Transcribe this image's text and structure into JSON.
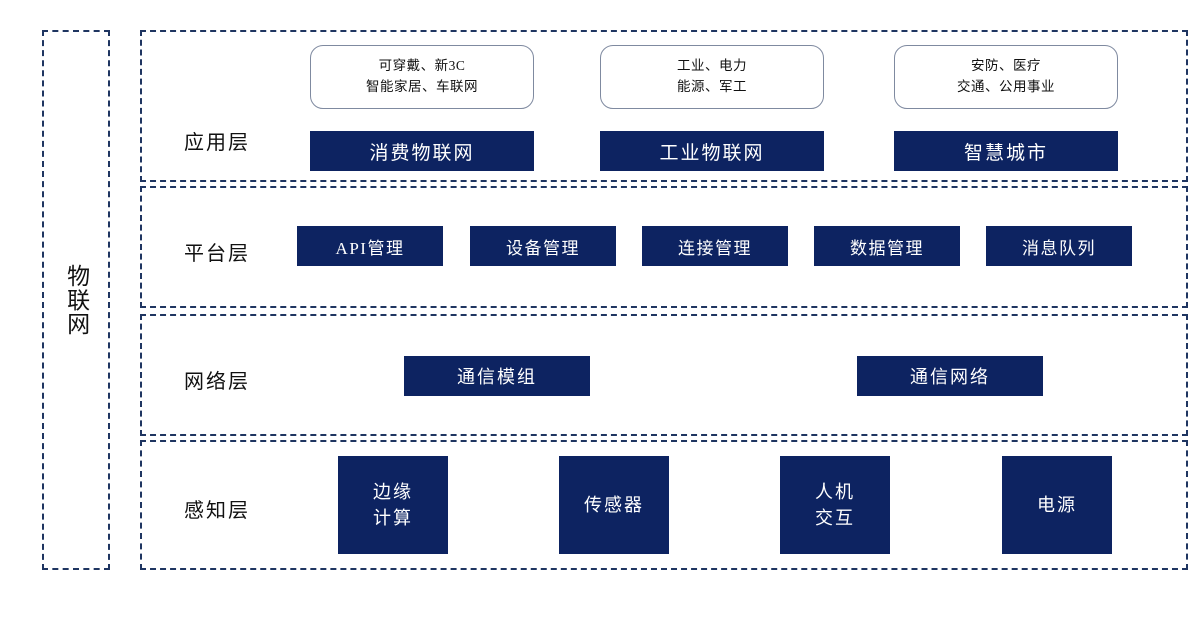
{
  "diagram": {
    "title": "物联网",
    "spine_label": "物联网",
    "accent_color": "#0d2361",
    "border_color": "#1f3561",
    "background_color": "#ffffff"
  },
  "layers": {
    "application": {
      "title": "应用层",
      "columns": [
        {
          "tag_lines": [
            "可穿戴、新3C",
            "智能家居、车联网"
          ],
          "box_label": "消费物联网"
        },
        {
          "tag_lines": [
            "工业、电力",
            "能源、军工"
          ],
          "box_label": "工业物联网"
        },
        {
          "tag_lines": [
            "安防、医疗",
            "交通、公用事业"
          ],
          "box_label": "智慧城市"
        }
      ]
    },
    "platform": {
      "title": "平台层",
      "boxes": [
        {
          "label": "API管理"
        },
        {
          "label": "设备管理"
        },
        {
          "label": "连接管理"
        },
        {
          "label": "数据管理"
        },
        {
          "label": "消息队列"
        }
      ]
    },
    "network": {
      "title": "网络层",
      "boxes": [
        {
          "label": "通信模组"
        },
        {
          "label": "通信网络"
        }
      ]
    },
    "perception": {
      "title": "感知层",
      "boxes": [
        {
          "line1": "边缘",
          "line2": "计算"
        },
        {
          "line1": "传感器",
          "line2": ""
        },
        {
          "line1": "人机",
          "line2": "交互"
        },
        {
          "line1": "电源",
          "line2": ""
        }
      ]
    }
  }
}
